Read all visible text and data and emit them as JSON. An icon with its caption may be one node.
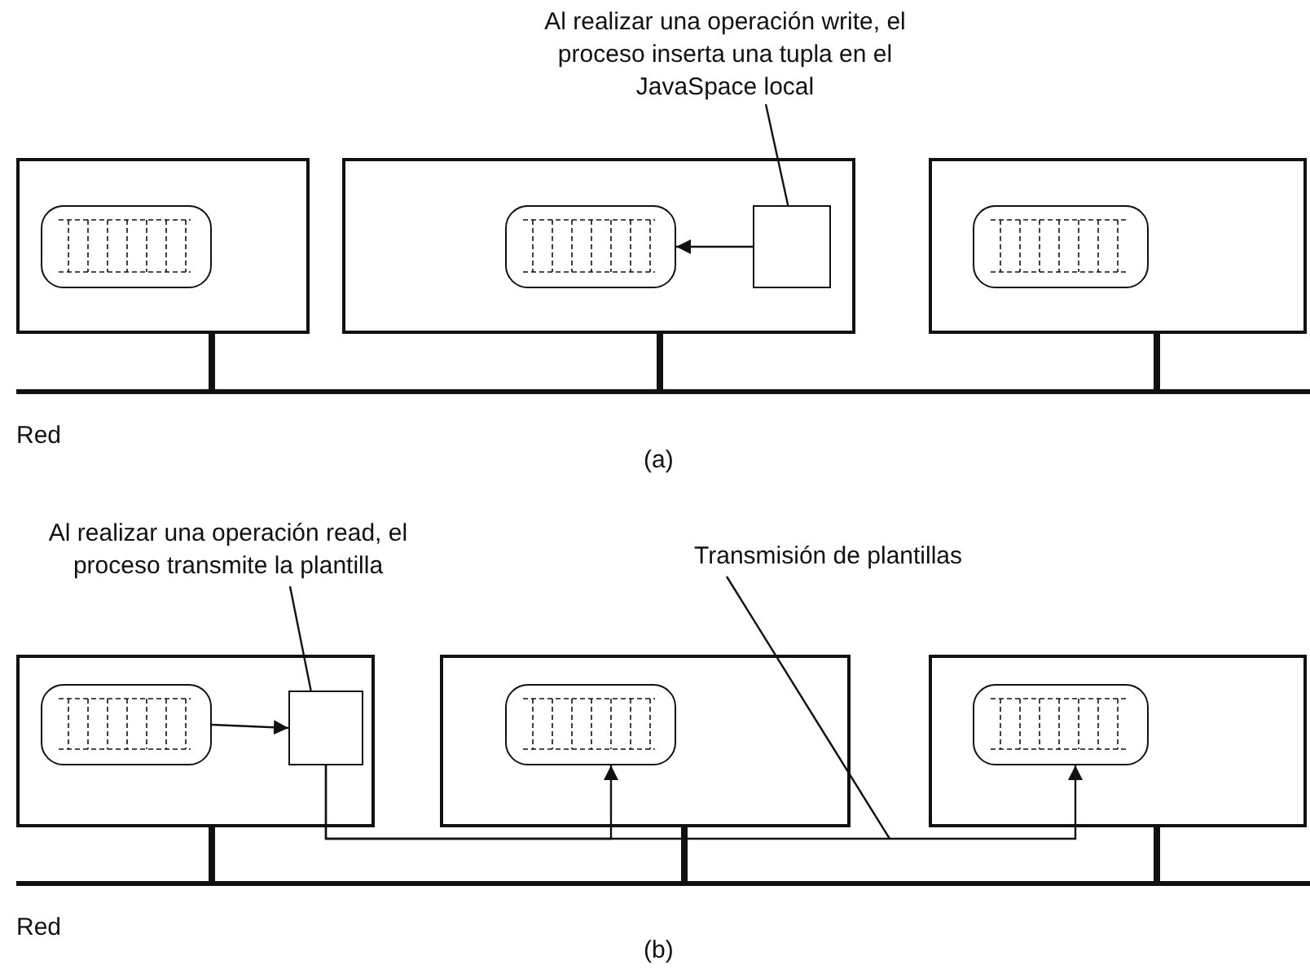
{
  "diagram": {
    "nodes": [
      {
        "text": [],
        "shape": "box"
      },
      {
        "text": [],
        "shape": "box",
        "in": 0
      },
      {
        "text": [],
        "shape": "box"
      },
      {
        "text": [],
        "shape": "box",
        "in": 2
      },
      {
        "text": [],
        "shape": "box",
        "in": 2
      },
      {
        "text": [],
        "shape": "box"
      },
      {
        "text": [],
        "shape": "box",
        "in": 5
      },
      {
        "text": [],
        "shape": "bar"
      },
      {
        "text": [
          "Al realizar una operación write, el proceso inserta una tupla en el JavaSpace local"
        ]
      },
      {
        "text": [],
        "shape": "box"
      },
      {
        "text": [],
        "shape": "box",
        "in": 9
      },
      {
        "text": [],
        "shape": "box",
        "in": 9
      },
      {
        "text": [],
        "shape": "box"
      },
      {
        "text": [],
        "shape": "box",
        "in": 12
      },
      {
        "text": [],
        "shape": "box"
      },
      {
        "text": [],
        "shape": "box",
        "in": 14
      },
      {
        "text": [],
        "shape": "bar"
      },
      {
        "text": [
          "Al realizar una operación read, el proceso transmite la plantilla"
        ]
      },
      {
        "text": [
          "Transmisión de plantillas"
        ]
      }
    ],
    "edges": [
      {
        "from": 4,
        "to": 3,
        "arrow": "to"
      },
      {
        "from": 8,
        "to": 4,
        "arrow": "none"
      },
      {
        "from": 0,
        "to": 7,
        "arrow": "none",
        "style": "thick"
      },
      {
        "from": 2,
        "to": 7,
        "arrow": "none",
        "style": "thick"
      },
      {
        "from": 5,
        "to": 7,
        "arrow": "none",
        "style": "thick"
      },
      {
        "from": 10,
        "to": 11,
        "arrow": "to"
      },
      {
        "from": 11,
        "to": 13,
        "arrow": "to"
      },
      {
        "from": 11,
        "to": 15,
        "arrow": "to"
      },
      {
        "from": 17,
        "to": 11,
        "arrow": "none"
      },
      {
        "from": 18,
        "to": null,
        "arrow": "none"
      },
      {
        "from": 9,
        "to": 16,
        "arrow": "none",
        "style": "thick"
      },
      {
        "from": 12,
        "to": 16,
        "arrow": "none",
        "style": "thick"
      },
      {
        "from": 14,
        "to": 16,
        "arrow": "none",
        "style": "thick"
      }
    ],
    "labels": [
      "Red",
      "(a)",
      "Red",
      "(b)"
    ]
  }
}
